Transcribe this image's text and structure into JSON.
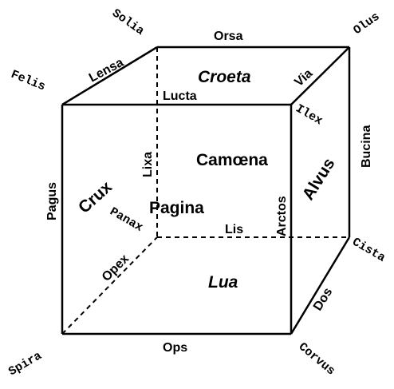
{
  "vertices": {
    "top_back_left": "Solia",
    "top_back_right": "Olus",
    "top_front_left": "Felis",
    "top_front_right": "Ilex",
    "bottom_back_left": "Panax",
    "bottom_back_right": "Cista",
    "bottom_front_left": "Spira",
    "bottom_front_right": "Corvus"
  },
  "edges": {
    "top_back": "Orsa",
    "top_left": "Lensa",
    "top_right": "Via",
    "top_front": "Lucta",
    "front_left": "Pagus",
    "front_right_inner": "Arctos",
    "back_right": "Bucina",
    "back_left_hidden": "Lixa",
    "bottom_back_hidden": "Lis",
    "bottom_left_hidden": "Opex",
    "bottom_front": "Ops",
    "bottom_right": "Dos"
  },
  "faces": {
    "top": "Croeta",
    "back": "Camœna",
    "left": "Crux",
    "front": "Pagina",
    "right": "Alvus",
    "bottom": "Lua"
  },
  "colors": {
    "line": "#000000",
    "background": "#ffffff"
  }
}
